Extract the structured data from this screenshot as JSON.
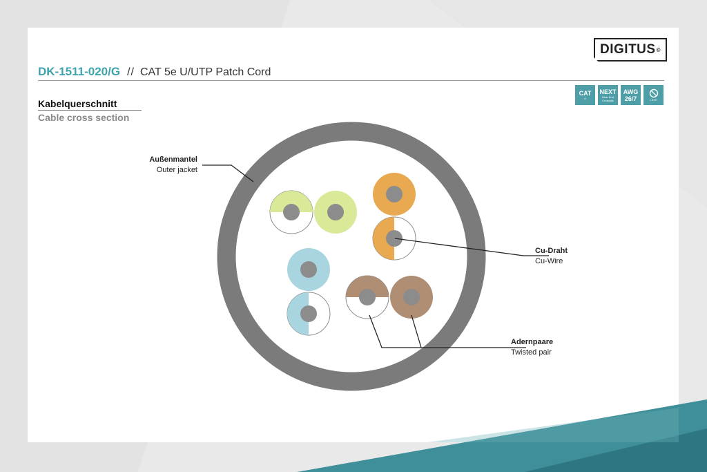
{
  "header": {
    "model": "DK-1511-020/G",
    "separator": "//",
    "product": "CAT 5e U/UTP Patch Cord"
  },
  "logo": {
    "text": "DIGITUS",
    "mark": "®"
  },
  "badges": [
    {
      "line1": "CAT",
      "line2": "6"
    },
    {
      "line1": "NEXT",
      "line2": "Near End Crosstalk"
    },
    {
      "line1": "AWG",
      "line2": "26/7"
    },
    {
      "line1": "",
      "line2": "LSZH"
    }
  ],
  "section": {
    "title_de": "Kabelquerschnitt",
    "title_en": "Cable cross section"
  },
  "labels": {
    "jacket": {
      "de": "Außenmantel",
      "en": "Outer jacket"
    },
    "wire": {
      "de": "Cu-Draht",
      "en": "Cu-Wire"
    },
    "pair": {
      "de": "Adernpaare",
      "en": "Twisted pair"
    }
  },
  "colors": {
    "accent": "#3fa3ad",
    "jacket": "#7b7b7b",
    "conductor": "#8c8c8c",
    "pair_green": "#d8ea98",
    "pair_orange": "#e8a951",
    "pair_blue": "#a8d5e0",
    "pair_brown": "#b08e74"
  }
}
